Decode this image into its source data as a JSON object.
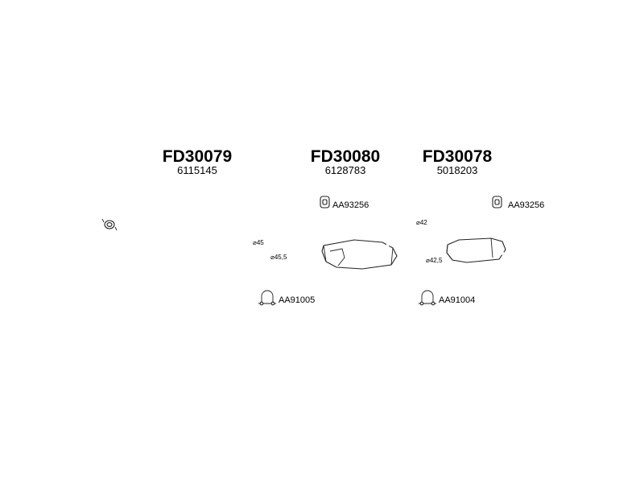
{
  "parts": [
    {
      "code": "FD30079",
      "oe": "6115145"
    },
    {
      "code": "FD30080",
      "oe": "6128783"
    },
    {
      "code": "FD30078",
      "oe": "5018203"
    }
  ],
  "accessories": {
    "hanger_1": "AA93256",
    "hanger_2": "AA93256",
    "clamp_1": "AA91005",
    "clamp_2": "AA91004"
  },
  "dimensions": {
    "d1": "⌀45",
    "d2": "⌀45,5",
    "d3": "⌀42",
    "d4": "⌀42,5"
  },
  "icons": [
    "rubber-hanger-icon",
    "pipe-clamp-icon"
  ]
}
